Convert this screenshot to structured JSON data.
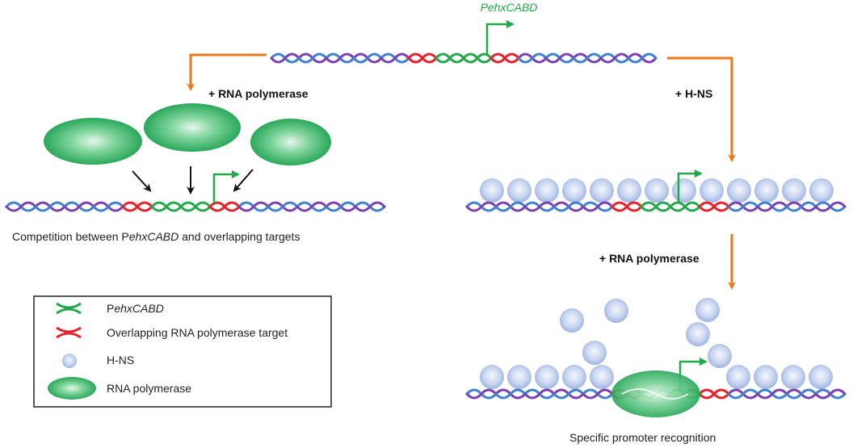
{
  "promoter_label": {
    "prefix": "P",
    "name": "ehxCABD"
  },
  "step_labels": {
    "left_arrow": "+ RNA polymerase",
    "right_arrow": "+ H-NS",
    "right_down_arrow": "+ RNA polymerase"
  },
  "captions": {
    "competition": {
      "pre": "Competition between P",
      "ital": "ehxCABD",
      "post": " and overlapping targets"
    },
    "specific": "Specific promoter recognition"
  },
  "legend": {
    "items": [
      {
        "icon": "green-dna-segment-icon",
        "label_prefix": "P",
        "label_italic": "ehxCABD",
        "label": ""
      },
      {
        "icon": "red-dna-segment-icon",
        "label_prefix": "",
        "label_italic": "",
        "label": "Overlapping RNA polymerase target"
      },
      {
        "icon": "hns-protein-icon",
        "label_prefix": "",
        "label_italic": "",
        "label": "H-NS"
      },
      {
        "icon": "rna-polymerase-icon",
        "label_prefix": "",
        "label_italic": "",
        "label": "RNA polymerase"
      }
    ]
  },
  "colors": {
    "promoter": "#22a84a",
    "overlap": "#e8202a",
    "strand_blue": "#3f7fd0",
    "strand_purple": "#7a3fb0",
    "process_arrow": "#e87a1e",
    "hns": "#b6c8ea",
    "polymerase": "#3cb86a"
  }
}
